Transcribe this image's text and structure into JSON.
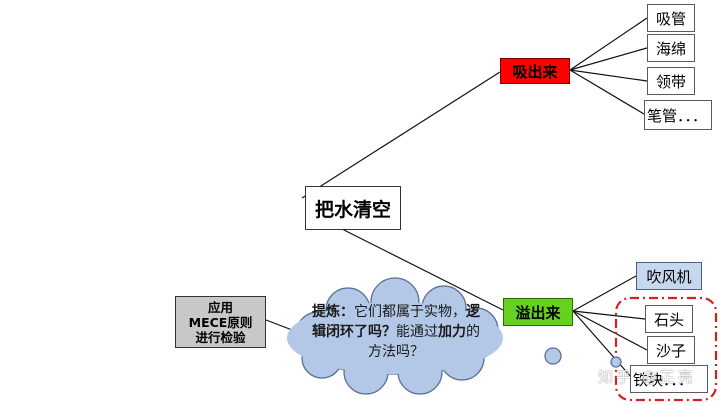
{
  "root": {
    "label": "把水清空"
  },
  "branch_top": {
    "label": "吸出来",
    "color": "#ff0000"
  },
  "branch_bottom": {
    "label": "溢出来",
    "color": "#66d11f"
  },
  "leaves_top": [
    "吸管",
    "海绵",
    "领带",
    "笔管．．．"
  ],
  "leaves_bottom": [
    "吹风机",
    "石头",
    "沙子",
    "铁块．．．"
  ],
  "mece_box": {
    "line1": "应用",
    "line2": "MECE原则",
    "line3": "进行检验"
  },
  "thought": {
    "t1": "提炼：",
    "t2": "它们都属于实物，",
    "t3": "逻辑闭环了吗？",
    "t4": "能通过",
    "t5": "加力",
    "t6": "的方法吗？"
  },
  "watermark": "知乎 @芷亮"
}
